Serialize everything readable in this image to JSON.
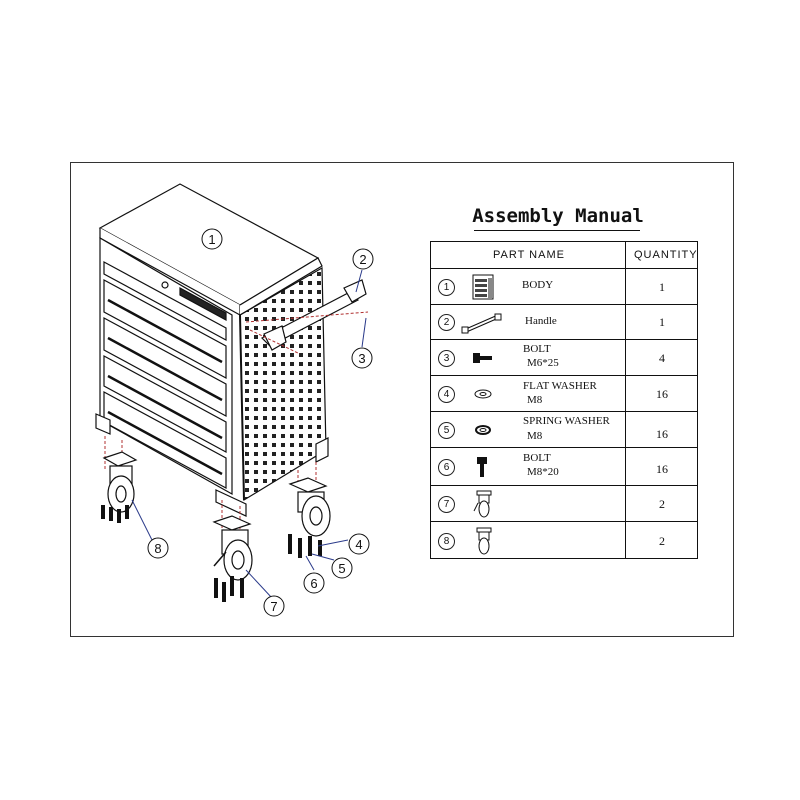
{
  "title": "Assembly Manual",
  "table": {
    "headers": {
      "part_name": "PART NAME",
      "quantity": "QUANTITY"
    },
    "rows": [
      {
        "no": "1",
        "name": "BODY",
        "name2": "",
        "qty": "1",
        "icon": "tool-cabinet-icon"
      },
      {
        "no": "2",
        "name": "Handle",
        "name2": "",
        "qty": "1",
        "icon": "handle-icon"
      },
      {
        "no": "3",
        "name": "BOLT",
        "name2": "M6*25",
        "qty": "4",
        "icon": "bolt-icon"
      },
      {
        "no": "4",
        "name": "FLAT WASHER",
        "name2": "M8",
        "qty": "16",
        "icon": "flat-washer-icon"
      },
      {
        "no": "5",
        "name": "SPRING WASHER",
        "name2": "M8",
        "qty": "16",
        "icon": "spring-washer-icon"
      },
      {
        "no": "6",
        "name": "BOLT",
        "name2": "M8*20",
        "qty": "16",
        "icon": "bolt-icon"
      },
      {
        "no": "7",
        "name": "",
        "name2": "",
        "qty": "2",
        "icon": "brake-caster-icon"
      },
      {
        "no": "8",
        "name": "",
        "name2": "",
        "qty": "2",
        "icon": "caster-icon"
      }
    ]
  },
  "callouts": [
    "1",
    "2",
    "3",
    "4",
    "5",
    "6",
    "7",
    "8"
  ],
  "colors": {
    "line": "#111111",
    "bolt_accent": "#b03030",
    "frame": "#333333"
  }
}
